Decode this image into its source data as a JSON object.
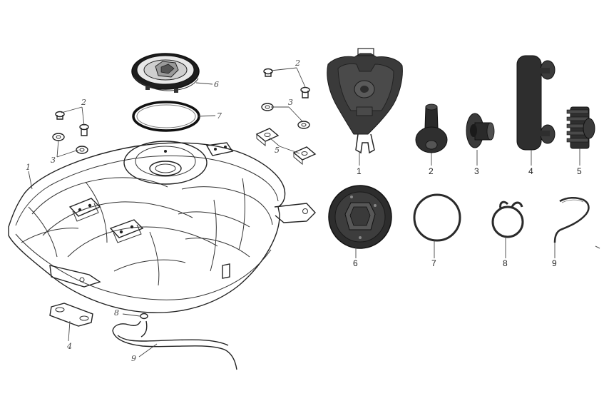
{
  "line_drawing": {
    "labels": {
      "tank": "1",
      "bolt_top": "2",
      "washer_top": "3",
      "bracket_top": "5",
      "cap": "6",
      "ring": "7",
      "bolt_left": "2",
      "washer_left": "3",
      "pad": "4",
      "clamp": "8",
      "hose": "9"
    }
  },
  "photo_parts": {
    "labels": {
      "shield": "1",
      "bolt": "2",
      "washer": "3",
      "pad": "4",
      "bracket": "5",
      "cap": "6",
      "ring": "7",
      "clamp": "8",
      "hose": "9"
    }
  }
}
